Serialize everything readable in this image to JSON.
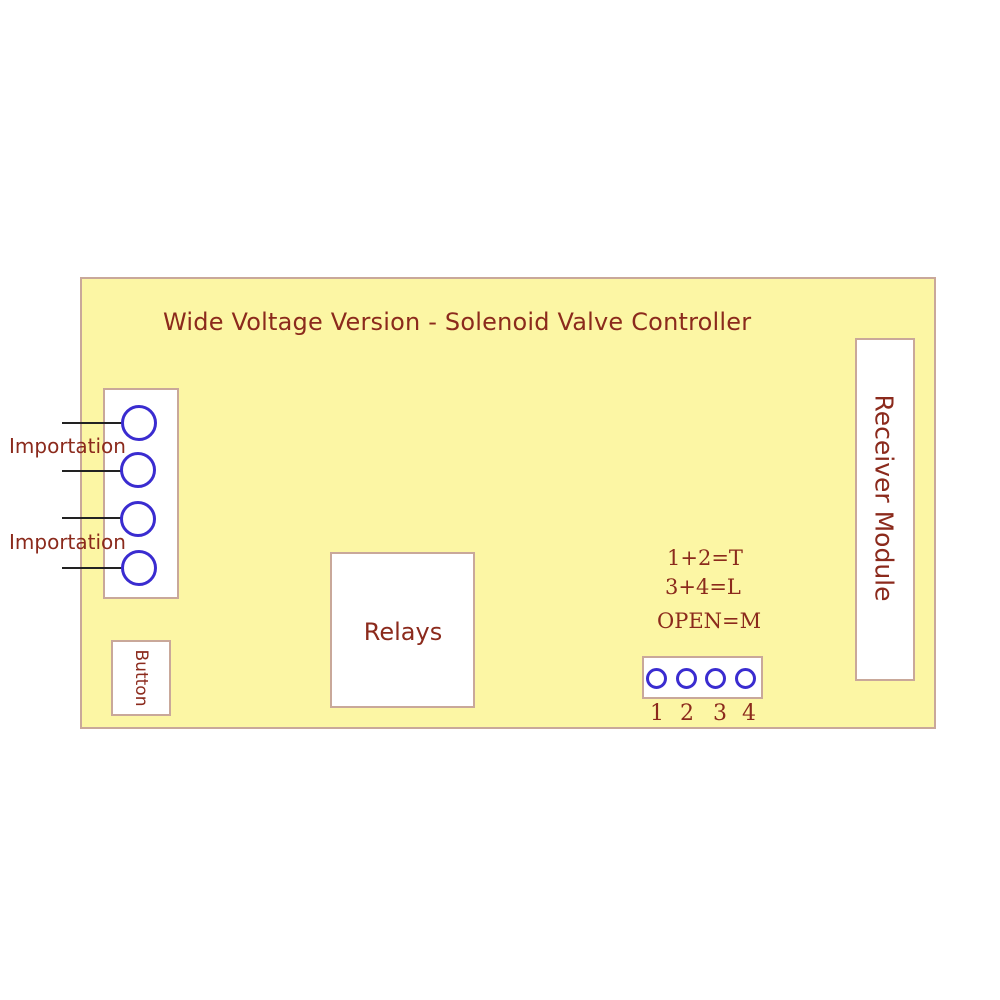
{
  "board": {
    "title": "Wide Voltage Version - Solenoid Valve Controller",
    "border_color": "#c9a89a",
    "fill_color": "#fcf6a4"
  },
  "input_terminals": {
    "labels": [
      "Importation",
      "Importation"
    ],
    "terminal_count": 4
  },
  "button": {
    "label": "Button"
  },
  "relays": {
    "label": "Relays"
  },
  "receiver": {
    "label": "Receiver Module"
  },
  "modes": {
    "line1": "1+2=T",
    "line2": "3+4=L",
    "line3": "OPEN=M"
  },
  "pin_header": {
    "pins": [
      "1",
      "2",
      "3",
      "4"
    ]
  },
  "colors": {
    "text": "#8b2a1c",
    "terminal": "#3a2cd0",
    "wire": "#222222"
  }
}
